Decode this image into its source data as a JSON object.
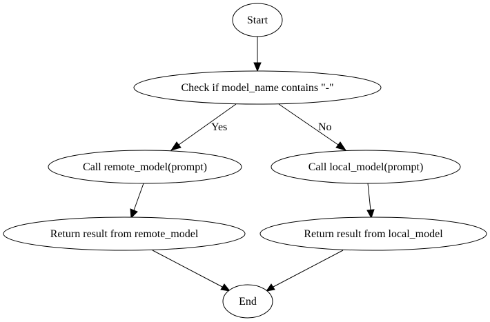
{
  "nodes": {
    "start": "Start",
    "check": "Check if model_name contains \"-\"",
    "remote_call": "Call remote_model(prompt)",
    "local_call": "Call local_model(prompt)",
    "remote_return": "Return result from remote_model",
    "local_return": "Return result from local_model",
    "end": "End"
  },
  "edges": {
    "yes_label": "Yes",
    "no_label": "No"
  }
}
